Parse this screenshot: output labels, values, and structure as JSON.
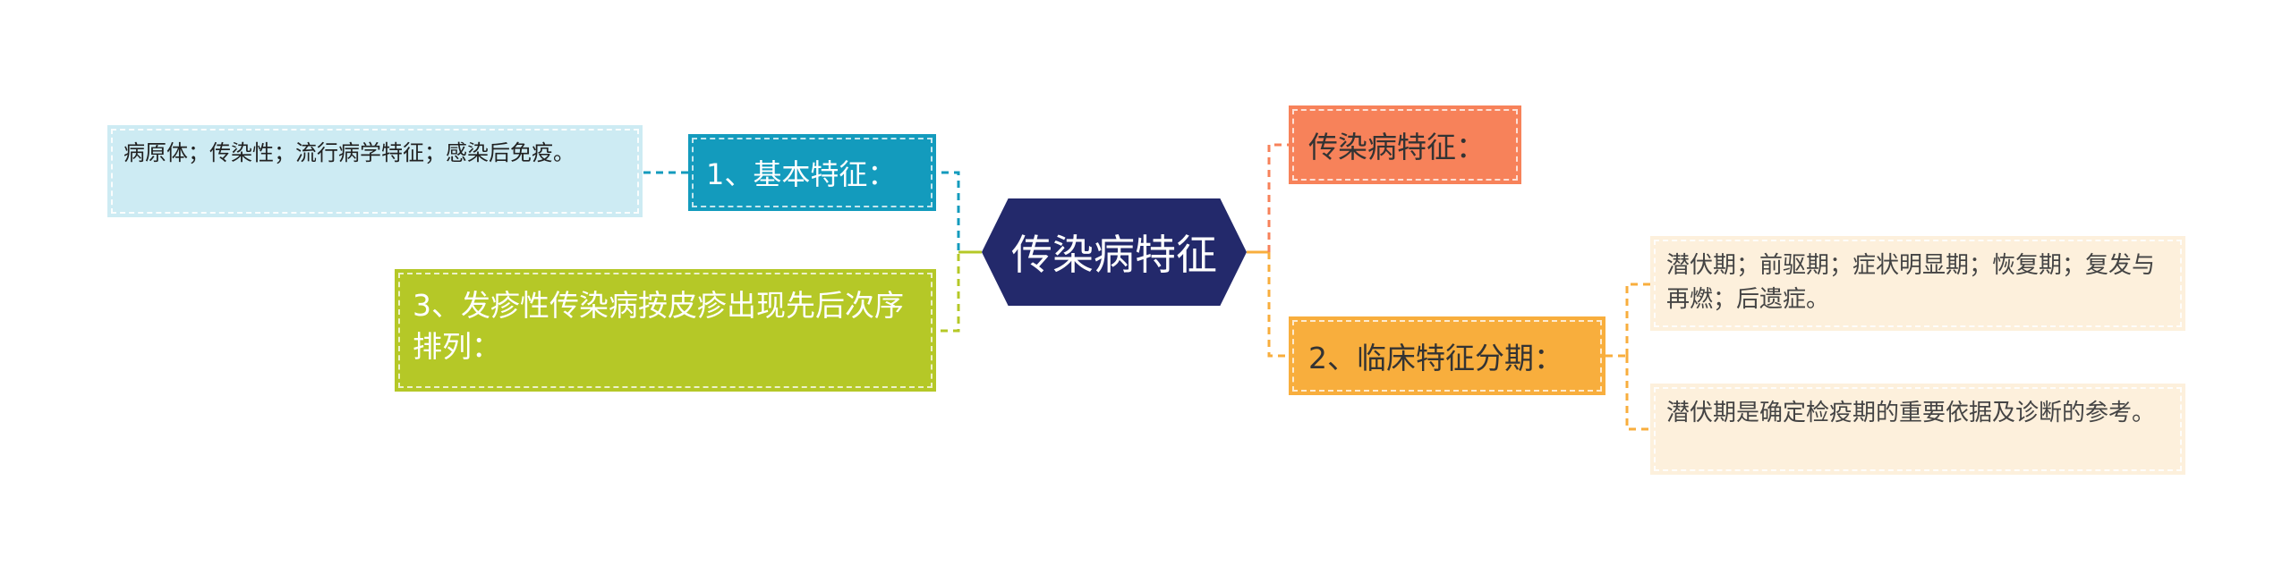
{
  "center": {
    "label": "传染病特征"
  },
  "nodes": {
    "basic": {
      "label": "1、基本特征："
    },
    "basic_detail": {
      "label": "病原体；传染性；流行病学特征；感染后免疫。"
    },
    "rash": {
      "label": "3、发疹性传染病按皮疹出现先后次序排列："
    },
    "features": {
      "label": "传染病特征："
    },
    "stages": {
      "label": "2、临床特征分期："
    },
    "stages_detail_1": {
      "label": "潜伏期；前驱期；症状明显期；恢复期；复发与再燃；后遗症。"
    },
    "stages_detail_2": {
      "label": "潜伏期是确定检疫期的重要依据及诊断的参考。"
    }
  },
  "colors": {
    "center": "#23296b",
    "basic": "#139bbd",
    "basic_detail": "#cdebf3",
    "rash": "#b5c827",
    "features": "#f7825a",
    "stages": "#f8ae3d",
    "stages_detail": "#fdf0dc"
  }
}
